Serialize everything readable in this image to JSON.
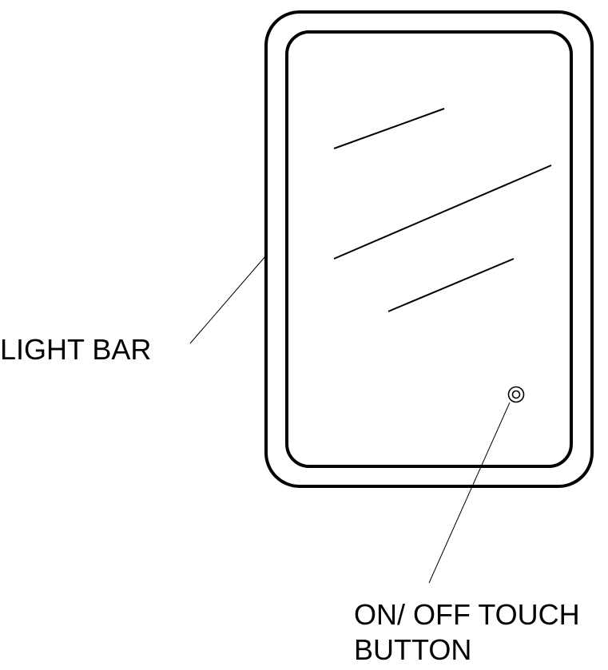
{
  "labels": {
    "light_bar": "LIGHT BAR",
    "touch_button_line1": "ON/ OFF TOUCH",
    "touch_button_line2": "BUTTON"
  },
  "colors": {
    "stroke": "#000000",
    "background": "#ffffff"
  }
}
